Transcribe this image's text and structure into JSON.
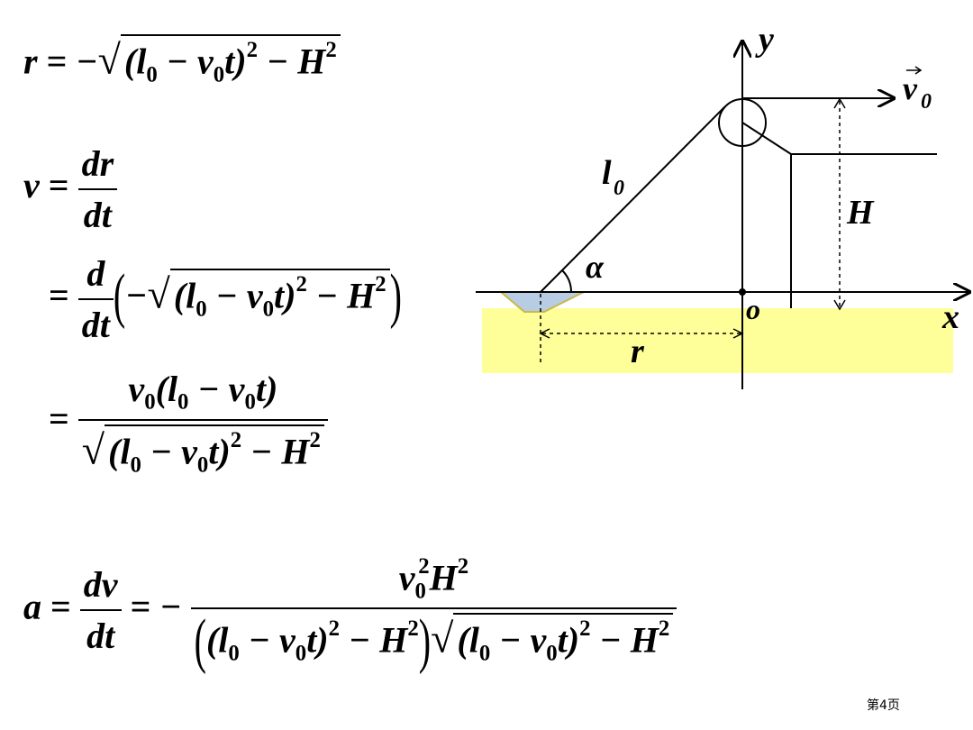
{
  "equations": {
    "r": "r = −√((l₀ − v₀t)² − H²)",
    "v_def": "v = dr/dt",
    "v_deriv": "= d/dt(−√((l₀ − v₀t)² − H²))",
    "v_result": "= v₀(l₀ − v₀t)/√((l₀ − v₀t)² − H²)",
    "a_result": "a = dv/dt = −v₀²H²/(((l₀ − v₀t)² − H²)√((l₀ − v₀t)² − H²))"
  },
  "diagram": {
    "label_y": "y",
    "label_x": "x",
    "label_o": "o",
    "label_v0": "v",
    "label_v0_sub": "0",
    "label_l0": "l",
    "label_l0_sub": "0",
    "label_H": "H",
    "label_alpha": "α",
    "label_r": "r",
    "ground_color": "#ffff99",
    "boat_color": "#b8cce4"
  },
  "footer": {
    "page": "第4页"
  }
}
